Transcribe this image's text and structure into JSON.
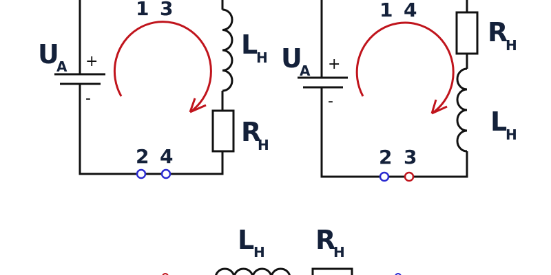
{
  "circuit_left": {
    "source": "U",
    "source_sub": "A",
    "plus": "+",
    "minus": "-",
    "inductor": "L",
    "inductor_sub": "H",
    "resistor": "R",
    "resistor_sub": "H",
    "top_terminals": [
      "1",
      "3"
    ],
    "bottom_terminals": [
      "2",
      "4"
    ]
  },
  "circuit_right": {
    "source": "U",
    "source_sub": "A",
    "plus": "+",
    "minus": "-",
    "inductor": "L",
    "inductor_sub": "H",
    "resistor": "R",
    "resistor_sub": "H",
    "top_terminals": [
      "1",
      "4"
    ],
    "bottom_terminals": [
      "2",
      "3"
    ]
  },
  "circuit_bottom": {
    "inductor": "L",
    "inductor_sub": "H",
    "resistor": "R",
    "resistor_sub": "H"
  },
  "colors": {
    "wire": "#111111",
    "arrow": "#c0141c",
    "terminal_blue": "#2a2ad0",
    "terminal_red": "#c0141c",
    "label": "#14213a"
  }
}
